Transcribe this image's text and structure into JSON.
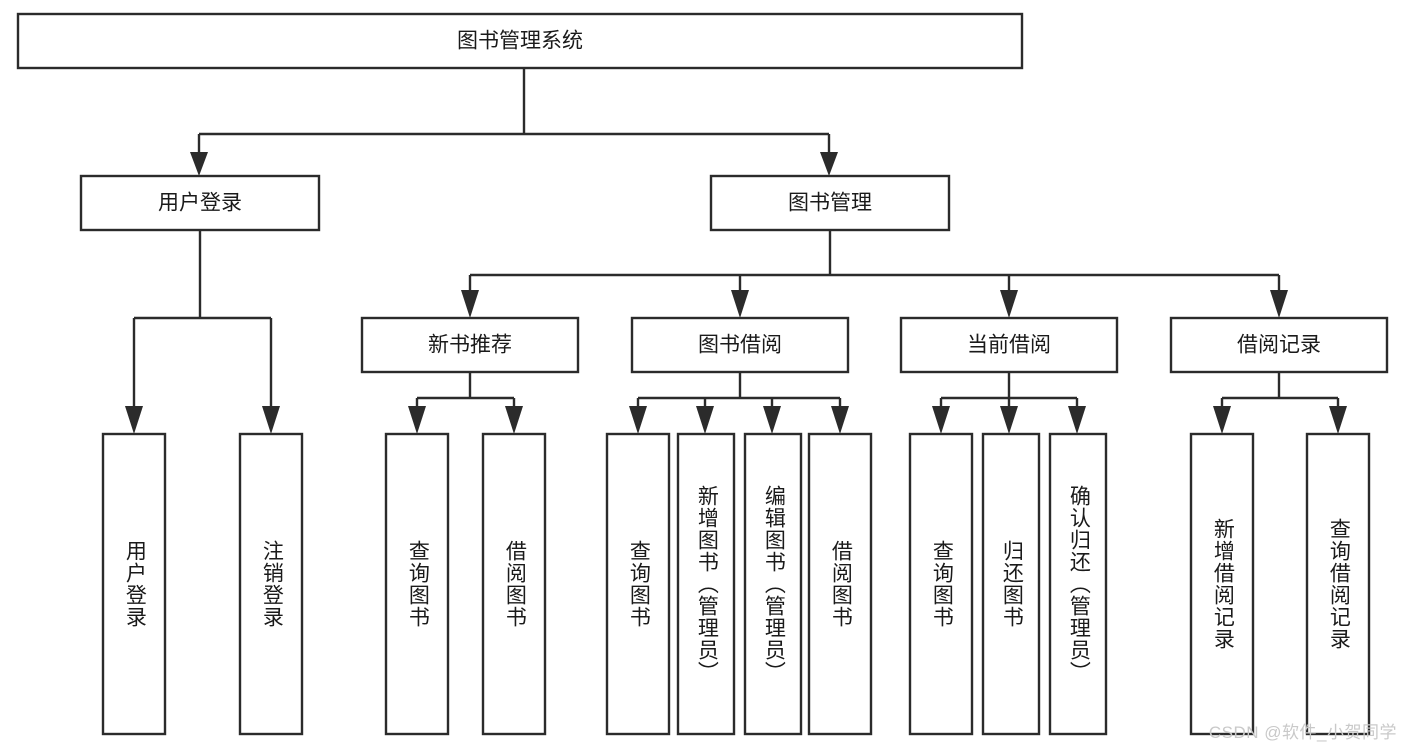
{
  "diagram": {
    "title": "图书管理系统",
    "type": "tree-hierarchy",
    "watermark": "CSDN @软件_小贺同学",
    "colors": {
      "background": "#ffffff",
      "box_fill": "#ffffff",
      "box_stroke": "#2b2b2b",
      "line": "#2b2b2b",
      "text": "#1a1a1a",
      "watermark": "#c9c9c9"
    },
    "root": {
      "id": "root",
      "label": "图书管理系统"
    },
    "level2": [
      {
        "id": "user-login",
        "label": "用户登录"
      },
      {
        "id": "book-manage",
        "label": "图书管理"
      }
    ],
    "level3": [
      {
        "id": "new-book-rec",
        "label": "新书推荐"
      },
      {
        "id": "book-borrow",
        "label": "图书借阅"
      },
      {
        "id": "current-borrow",
        "label": "当前借阅"
      },
      {
        "id": "borrow-record",
        "label": "借阅记录"
      }
    ],
    "leaves": {
      "user-login": [
        {
          "id": "leaf-user-login",
          "label": "用户登录"
        },
        {
          "id": "leaf-logout-login",
          "label": "注销登录"
        }
      ],
      "new-book-rec": [
        {
          "id": "leaf-query-book-1",
          "label": "查询图书"
        },
        {
          "id": "leaf-borrow-book-1",
          "label": "借阅图书"
        }
      ],
      "book-borrow": [
        {
          "id": "leaf-query-book-2",
          "label": "查询图书"
        },
        {
          "id": "leaf-add-book",
          "label": "新增图书（管理员）"
        },
        {
          "id": "leaf-edit-book",
          "label": "编辑图书（管理员）"
        },
        {
          "id": "leaf-borrow-book-2",
          "label": "借阅图书"
        }
      ],
      "current-borrow": [
        {
          "id": "leaf-query-book-3",
          "label": "查询图书"
        },
        {
          "id": "leaf-return-book",
          "label": "归还图书"
        },
        {
          "id": "leaf-confirm-return",
          "label": "确认归还（管理员）"
        }
      ],
      "borrow-record": [
        {
          "id": "leaf-add-record",
          "label": "新增借阅记录"
        },
        {
          "id": "leaf-query-record",
          "label": "查询借阅记录"
        }
      ]
    }
  }
}
